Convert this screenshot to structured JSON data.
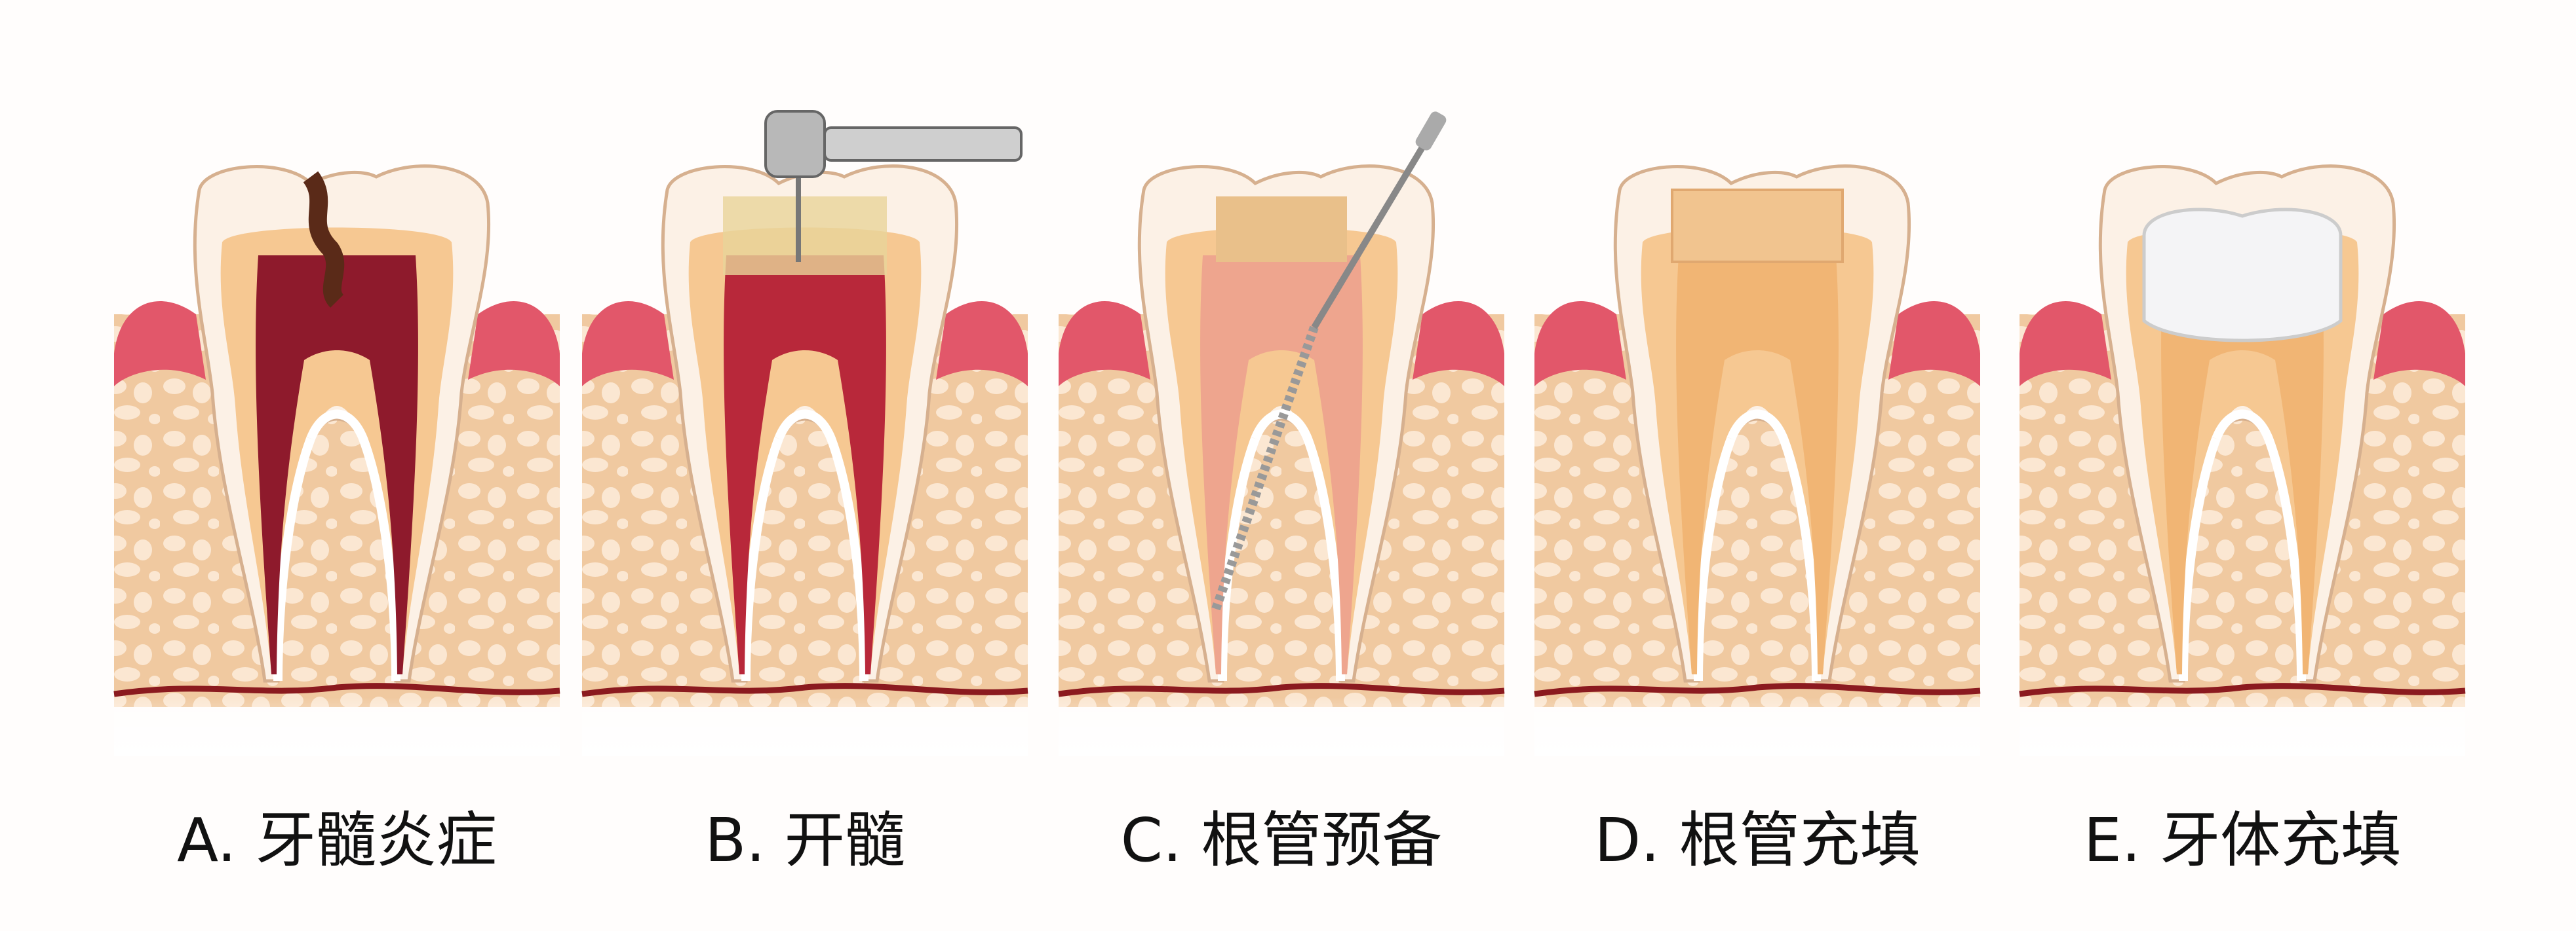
{
  "panels": [
    {
      "id": "A",
      "label": "A. 牙髓炎症",
      "stage": "pulpitis",
      "pulp_color": "#8e1a2c"
    },
    {
      "id": "B",
      "label": "B. 开髓",
      "stage": "access-opening",
      "pulp_color": "#b8283a"
    },
    {
      "id": "C",
      "label": "C. 根管预备",
      "stage": "canal-preparation",
      "pulp_color": "#eea58e"
    },
    {
      "id": "D",
      "label": "D. 根管充填",
      "stage": "canal-filling",
      "pulp_color": "#f1b574"
    },
    {
      "id": "E",
      "label": "E. 牙体充填",
      "stage": "crown-restoration",
      "pulp_color": "#f1b574"
    }
  ],
  "colors": {
    "bone": "#f2cda6",
    "bone_hole": "#fbe9d6",
    "gum": "#e2576a",
    "enamel": "#fcf1e6",
    "dentin": "#f6c892",
    "line": "#8b1a1f"
  }
}
